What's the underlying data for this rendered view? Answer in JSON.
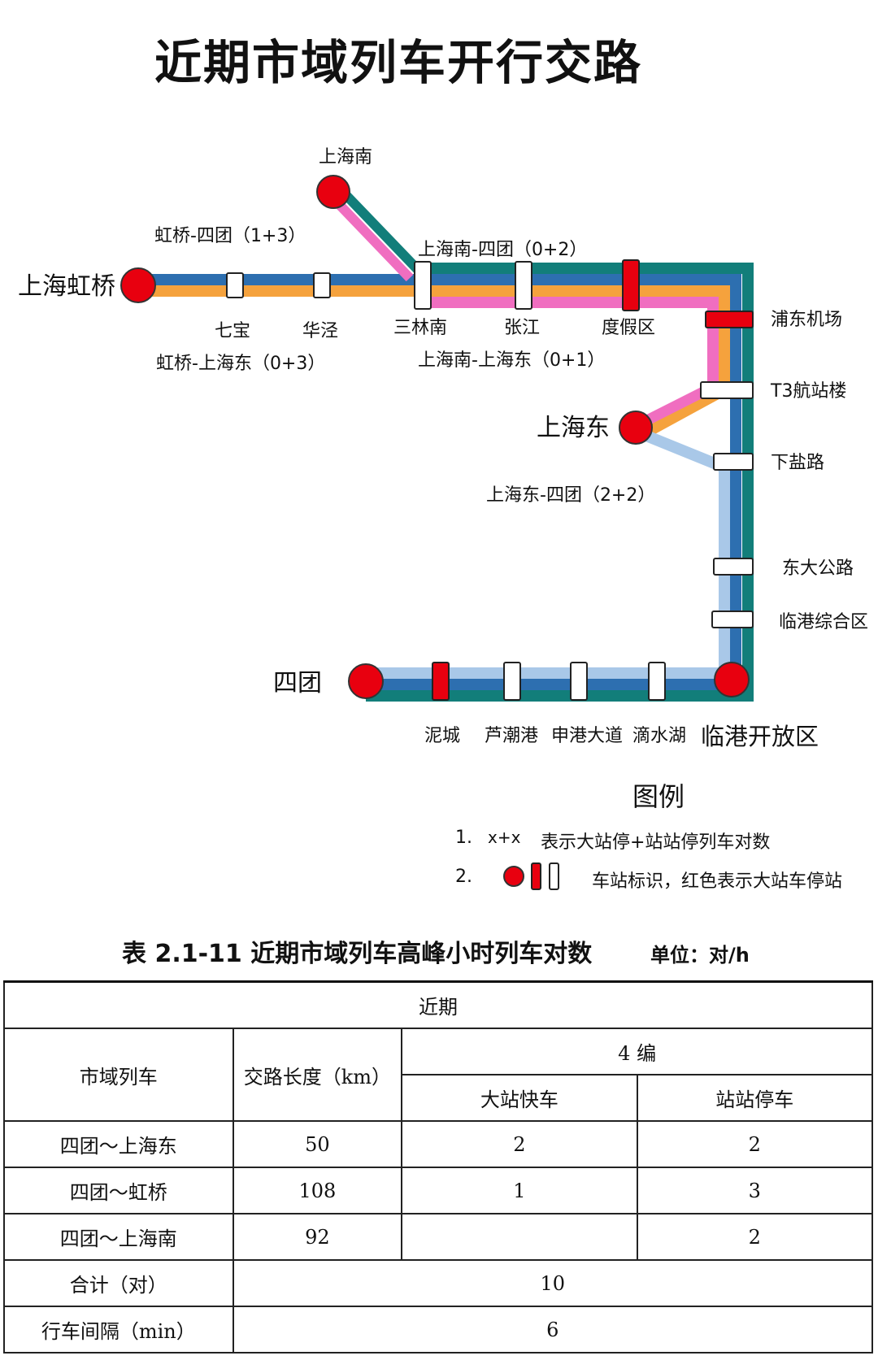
{
  "title": "近期市域列车开行交路",
  "routes": {
    "hongqiao_situan": "虹桥-四团（1+3）",
    "hongqiao_shanghaidong": "虹桥-上海东（0+3）",
    "shanghainan_situan": "上海南-四团（0+2）",
    "shanghainan_shanghaidong": "上海南-上海东（0+1）",
    "shanghaidong_situan": "上海东-四团（2+2）"
  },
  "stations": {
    "shanghainan": "上海南",
    "hongqiao": "上海虹桥",
    "qibao": "七宝",
    "huajing": "华泾",
    "sanlinnan": "三林南",
    "zhangjiang": "张江",
    "dujiaqu": "度假区",
    "pudong_airport": "浦东机场",
    "t3": "T3航站楼",
    "shanghaidong": "上海东",
    "xiayanlu": "下盐路",
    "dongdagonglu": "东大公路",
    "lingang_zonghe": "临港综合区",
    "situan": "四团",
    "nicheng": "泥城",
    "luchaogang": "芦潮港",
    "shenganggdadao": "申港大道",
    "dishuihu": "滴水湖",
    "lingang_kaifang": "临港开放区"
  },
  "legend": {
    "title": "图例",
    "item1_num": "1.",
    "item1_sym": "x+x",
    "item1_text": "表示大站停+站站停列车对数",
    "item2_num": "2.",
    "item2_text": "车站标识，红色表示大站车停站"
  },
  "colors": {
    "teal": "#127e7a",
    "blue": "#2d6fb0",
    "lightblue": "#a9c8e8",
    "orange": "#f5a23d",
    "pink": "#f06ec0",
    "red": "#e8000f"
  },
  "table": {
    "caption": "表 2.1-11  近期市域列车高峰小时列车对数",
    "unit": "单位：对/h",
    "period": "近期",
    "col_train": "市域列车",
    "col_length": "交路长度（km）",
    "col_formation": "4 编",
    "col_express": "大站快车",
    "col_local": "站站停车",
    "rows": [
      {
        "name": "四团～上海东",
        "length": "50",
        "express": "2",
        "local": "2"
      },
      {
        "name": "四团～虹桥",
        "length": "108",
        "express": "1",
        "local": "3"
      },
      {
        "name": "四团～上海南",
        "length": "92",
        "express": "",
        "local": "2"
      }
    ],
    "total_label": "合计（对）",
    "total_value": "10",
    "interval_label": "行车间隔（min）",
    "interval_value": "6"
  }
}
